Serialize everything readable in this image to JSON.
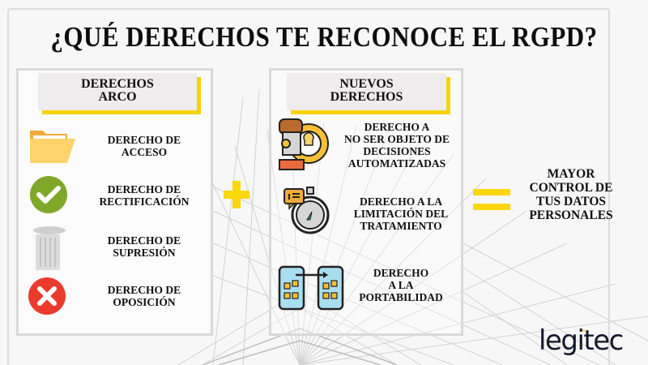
{
  "title": "¿QUÉ DERECHOS TE RECONOCE EL RGPD?",
  "colors": {
    "accent_yellow": "#fbd60b",
    "label_bg": "#efeced",
    "panel_border": "#d9d9d9",
    "text": "#111111",
    "logo": "#141a2b"
  },
  "arco": {
    "heading": "DERECHOS\nARCO",
    "heading_line1": "DERECHOS",
    "heading_line2": "ARCO",
    "items": [
      {
        "icon": "folder-icon",
        "line1": "DERECHO DE",
        "line2": "ACCESO"
      },
      {
        "icon": "checkmark-icon",
        "line1": "DERECHO DE",
        "line2": "RECTIFICACIÓN"
      },
      {
        "icon": "trash-can-icon",
        "line1": "DERECHO DE",
        "line2": "SUPRESIÓN"
      },
      {
        "icon": "cross-icon",
        "line1": "DERECHO DE",
        "line2": "OPOSICIÓN"
      }
    ]
  },
  "operator_plus": "+",
  "nuevos": {
    "heading_line1": "NUEVOS",
    "heading_line2": "DERECHOS",
    "items": [
      {
        "icon": "robot-gear-lightbulb-icon",
        "text": "DERECHO A\nNO SER OBJETO DE\nDECISIONES\nAUTOMATIZADAS"
      },
      {
        "icon": "stopwatch-alert-icon",
        "text": "DERECHO A LA\nLIMITACIÓN DEL\nTRATAMIENTO"
      },
      {
        "icon": "phone-transfer-icon",
        "text": "DERECHO\nA LA\nPORTABILIDAD"
      }
    ]
  },
  "operator_equals": "=",
  "result": "MAYOR\nCONTROL DE\nTUS DATOS\nPERSONALES",
  "logo": "legitec"
}
